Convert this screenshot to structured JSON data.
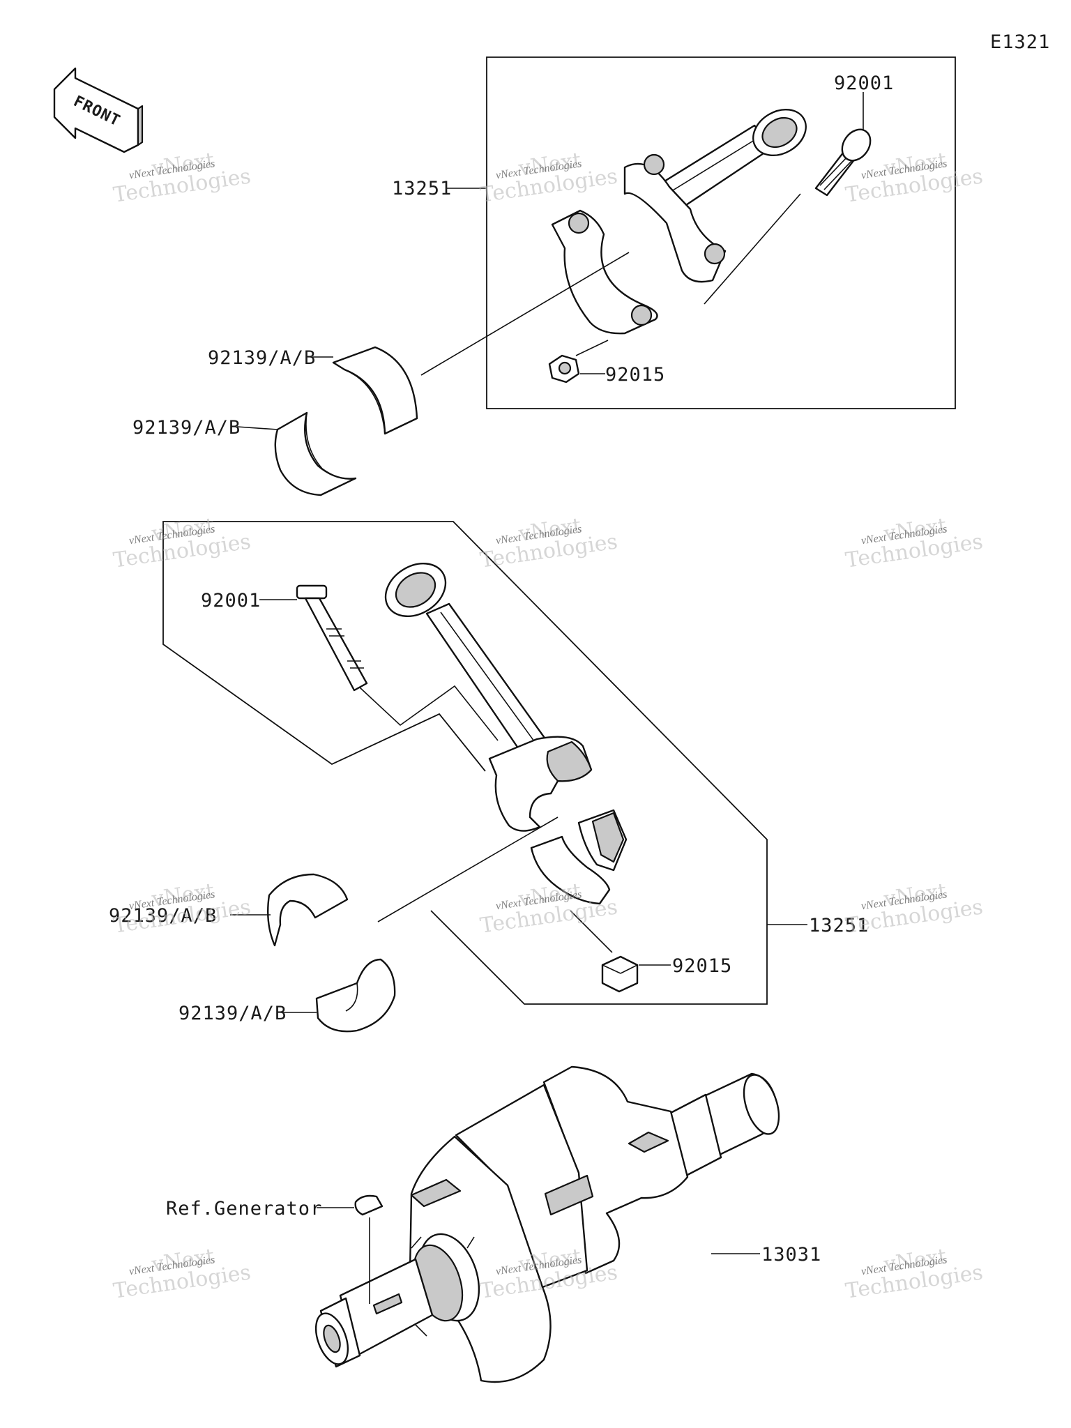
{
  "diagram_code": "E1321",
  "front_marker": "FRONT",
  "watermark": {
    "line1": "vNext Technologies",
    "line2": "vNext",
    "line3": "Technologies"
  },
  "labels": {
    "top_rod_assembly": "13251",
    "top_bolt": "92001",
    "top_nut": "92015",
    "top_bearing_upper": "92139/A/B",
    "top_bearing_lower": "92139/A/B",
    "mid_bolt": "92001",
    "mid_rod_assembly": "13251",
    "mid_nut": "92015",
    "mid_bearing_upper": "92139/A/B",
    "mid_bearing_lower": "92139/A/B",
    "crankshaft": "13031",
    "ref_generator": "Ref.Generator"
  }
}
